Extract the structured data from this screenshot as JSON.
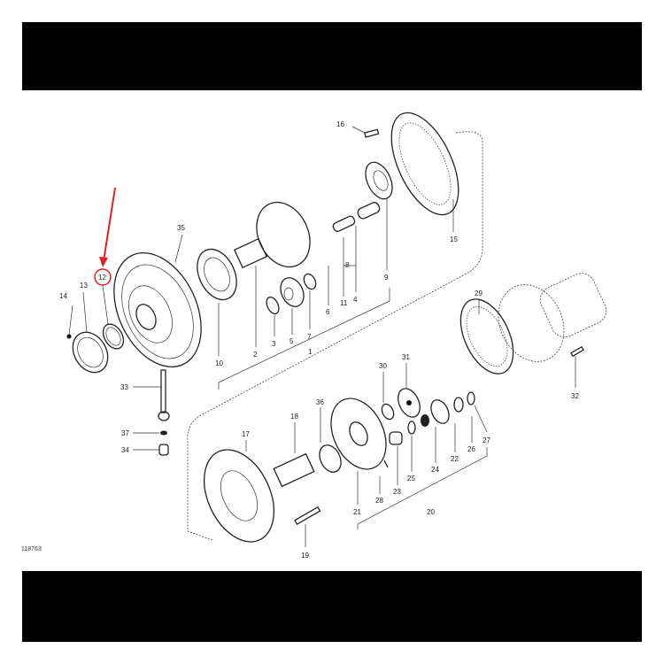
{
  "diagram": {
    "highlight_color": "#e02020",
    "highlighted_part": "12",
    "labels": [
      "16",
      "15",
      "35",
      "12",
      "13",
      "14",
      "10",
      "2",
      "3",
      "5",
      "7",
      "1",
      "6",
      "11",
      "4",
      "8",
      "9",
      "29",
      "32",
      "30",
      "31",
      "36",
      "18",
      "17",
      "33",
      "37",
      "34",
      "19",
      "21",
      "28",
      "23",
      "25",
      "24",
      "22",
      "26",
      "27",
      "20"
    ],
    "drawing_code": "118763"
  }
}
